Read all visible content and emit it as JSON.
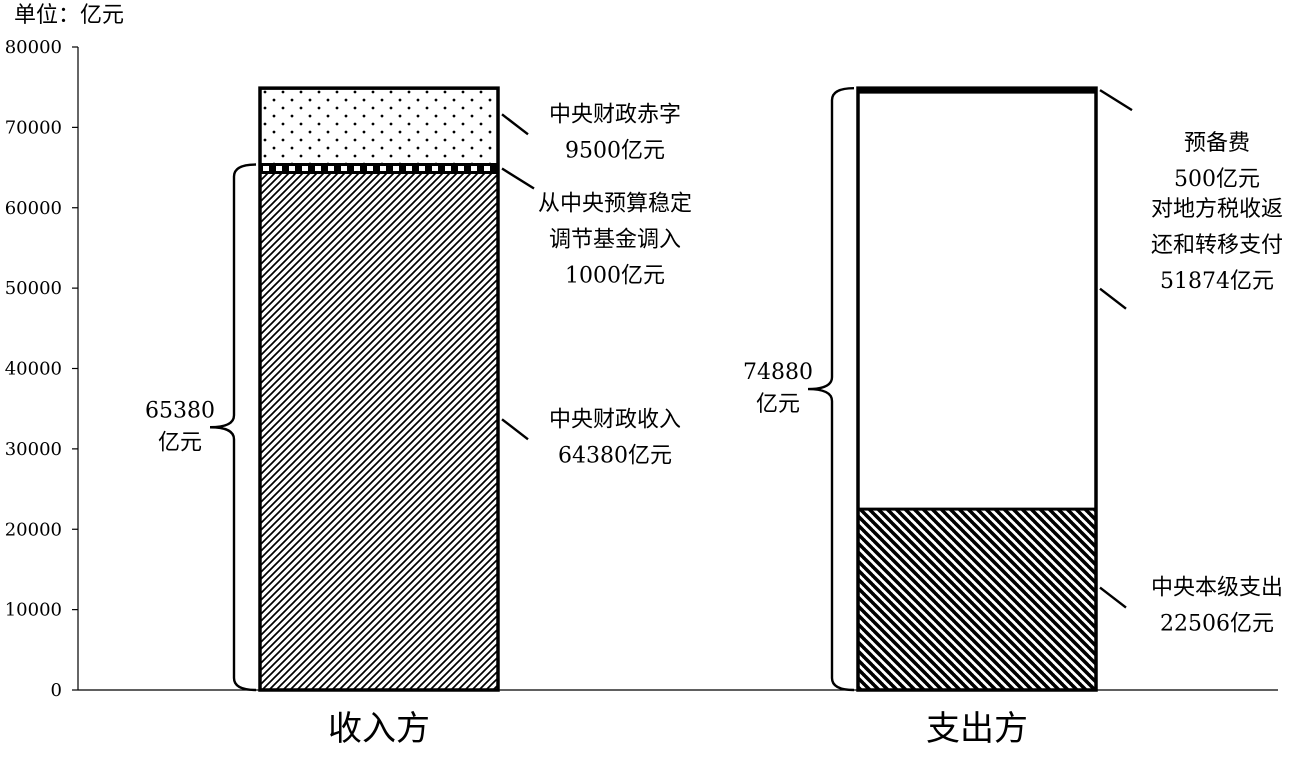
{
  "chart_data": {
    "type": "bar",
    "stacked": true,
    "unit_label": "单位：亿元",
    "ylim": [
      0,
      80000
    ],
    "yticks": [
      0,
      10000,
      20000,
      30000,
      40000,
      50000,
      60000,
      70000,
      80000
    ],
    "categories": [
      "收入方",
      "支出方"
    ],
    "grid": false,
    "stacks": [
      {
        "category": "收入方",
        "segments": [
          {
            "label": [
              "中央财政收入",
              "64380亿元"
            ],
            "value": 64380,
            "pattern": "diagonal-fine"
          },
          {
            "label": [
              "从中央预算稳定",
              "调节基金调入",
              "1000亿元"
            ],
            "value": 1000,
            "pattern": "vertical-stripes"
          },
          {
            "label": [
              "中央财政赤字",
              "9500亿元"
            ],
            "value": 9500,
            "pattern": "dots"
          }
        ],
        "brace": {
          "lines": [
            "65380",
            "亿元"
          ],
          "from": 0,
          "to": 65380
        }
      },
      {
        "category": "支出方",
        "segments": [
          {
            "label": [
              "中央本级支出",
              "22506亿元"
            ],
            "value": 22506,
            "pattern": "diagonal-bold"
          },
          {
            "label": [
              "对地方税收返",
              "还和转移支付",
              "51874亿元"
            ],
            "value": 51874,
            "pattern": "blank"
          },
          {
            "label": [
              "预备费",
              "500亿元"
            ],
            "value": 500,
            "pattern": "black-dashed"
          }
        ],
        "brace": {
          "lines": [
            "74880",
            "亿元"
          ],
          "from": 0,
          "to": 74880
        }
      }
    ]
  }
}
